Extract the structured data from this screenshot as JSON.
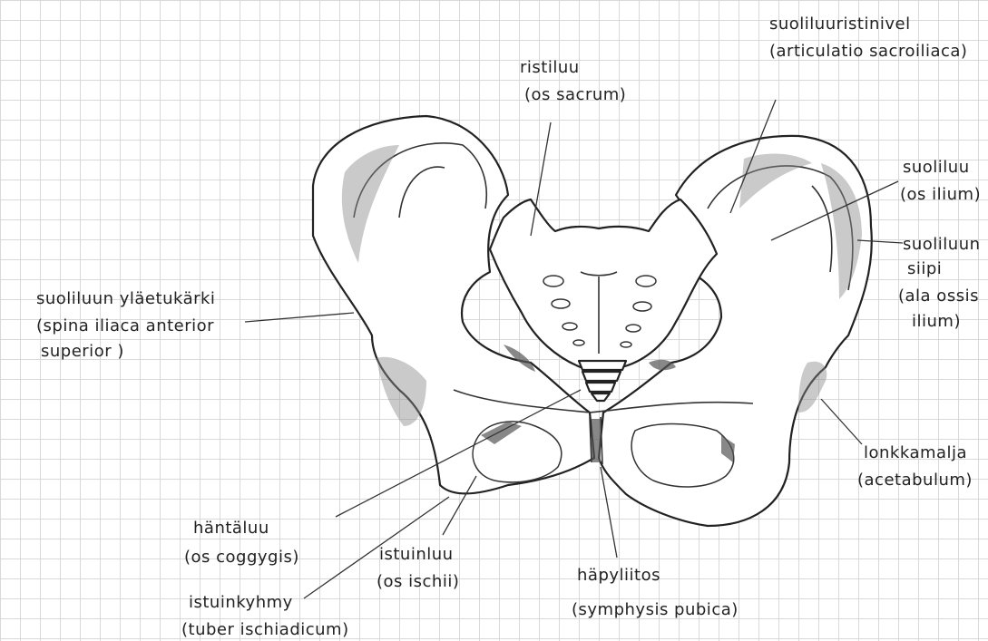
{
  "labels": {
    "sacroiliac": {
      "name": "suoliluuristinivel",
      "latin": "(articulatio sacroiliaca)"
    },
    "sacrum": {
      "name": "ristiluu",
      "latin": "(os sacrum)"
    },
    "ilium": {
      "name": "suoliluu",
      "latin": "(os ilium)"
    },
    "iliac_wing": {
      "name": "suoliluun",
      "line2": "siipi",
      "latin1": "(ala ossis",
      "latin2": "ilium)"
    },
    "asis": {
      "name": "suoliluun yläetukärki",
      "latin1": "(spina iliaca anterior",
      "latin2": "superior )"
    },
    "acetabulum": {
      "name": "lonkkamalja",
      "latin": "(acetabulum)"
    },
    "coccyx": {
      "name": "häntäluu",
      "latin": "(os coggygis)"
    },
    "ischium": {
      "name": "istuinluu",
      "latin": "(os ischii)"
    },
    "symphysis": {
      "name": "häpyliitos",
      "latin": "(symphysis pubica)"
    },
    "ischial_tuberosity": {
      "name": "istuinkyhmy",
      "latin": "(tuber ischiadicum)"
    }
  }
}
